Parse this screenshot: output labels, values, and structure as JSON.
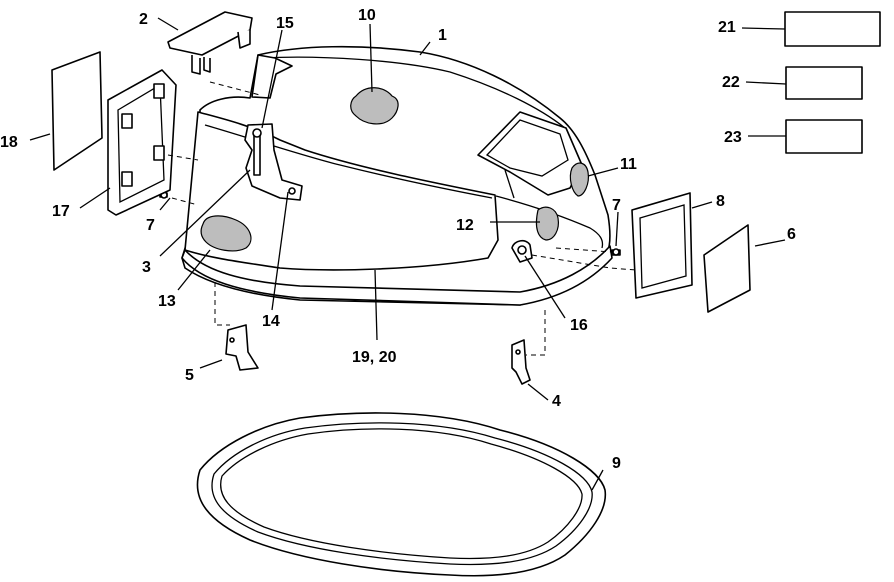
{
  "diagram": {
    "callouts": [
      {
        "id": "c1",
        "text": "1"
      },
      {
        "id": "c2",
        "text": "2"
      },
      {
        "id": "c3",
        "text": "3"
      },
      {
        "id": "c4",
        "text": "4"
      },
      {
        "id": "c5",
        "text": "5"
      },
      {
        "id": "c6",
        "text": "6"
      },
      {
        "id": "c7a",
        "text": "7"
      },
      {
        "id": "c7b",
        "text": "7"
      },
      {
        "id": "c8",
        "text": "8"
      },
      {
        "id": "c9",
        "text": "9"
      },
      {
        "id": "c10",
        "text": "10"
      },
      {
        "id": "c11",
        "text": "11"
      },
      {
        "id": "c12",
        "text": "12"
      },
      {
        "id": "c13",
        "text": "13"
      },
      {
        "id": "c14",
        "text": "14"
      },
      {
        "id": "c15",
        "text": "15"
      },
      {
        "id": "c16",
        "text": "16"
      },
      {
        "id": "c17",
        "text": "17"
      },
      {
        "id": "c18",
        "text": "18"
      },
      {
        "id": "c1920",
        "text": "19, 20"
      },
      {
        "id": "c21",
        "text": "21"
      },
      {
        "id": "c22",
        "text": "22"
      },
      {
        "id": "c23",
        "text": "23"
      }
    ]
  }
}
